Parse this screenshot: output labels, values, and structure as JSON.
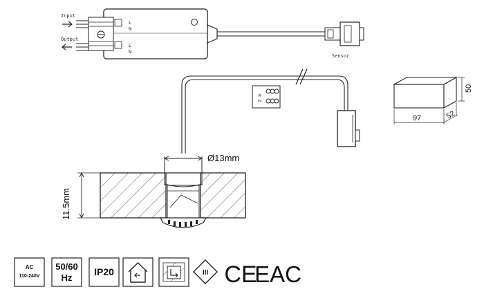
{
  "driver": {
    "input_label": "Input",
    "output_label": "Output",
    "sensor_label": "Sensor",
    "terminal_marks": [
      "L",
      "N"
    ]
  },
  "cable": {
    "length_label": "2 m"
  },
  "diagram": {
    "hole_diameter": "Ø13mm",
    "panel_thickness": "11.5mm"
  },
  "box_dimensions": {
    "height": "50",
    "length": "97",
    "width": "52"
  },
  "certifications": {
    "ac_label": "AC",
    "voltage_label": "110-240V",
    "frequency_label": "50/60",
    "frequency_unit": "Hz",
    "ip_rating": "IP20",
    "class_label": "III",
    "ce_mark": "CE",
    "eac_mark": "EAC"
  }
}
